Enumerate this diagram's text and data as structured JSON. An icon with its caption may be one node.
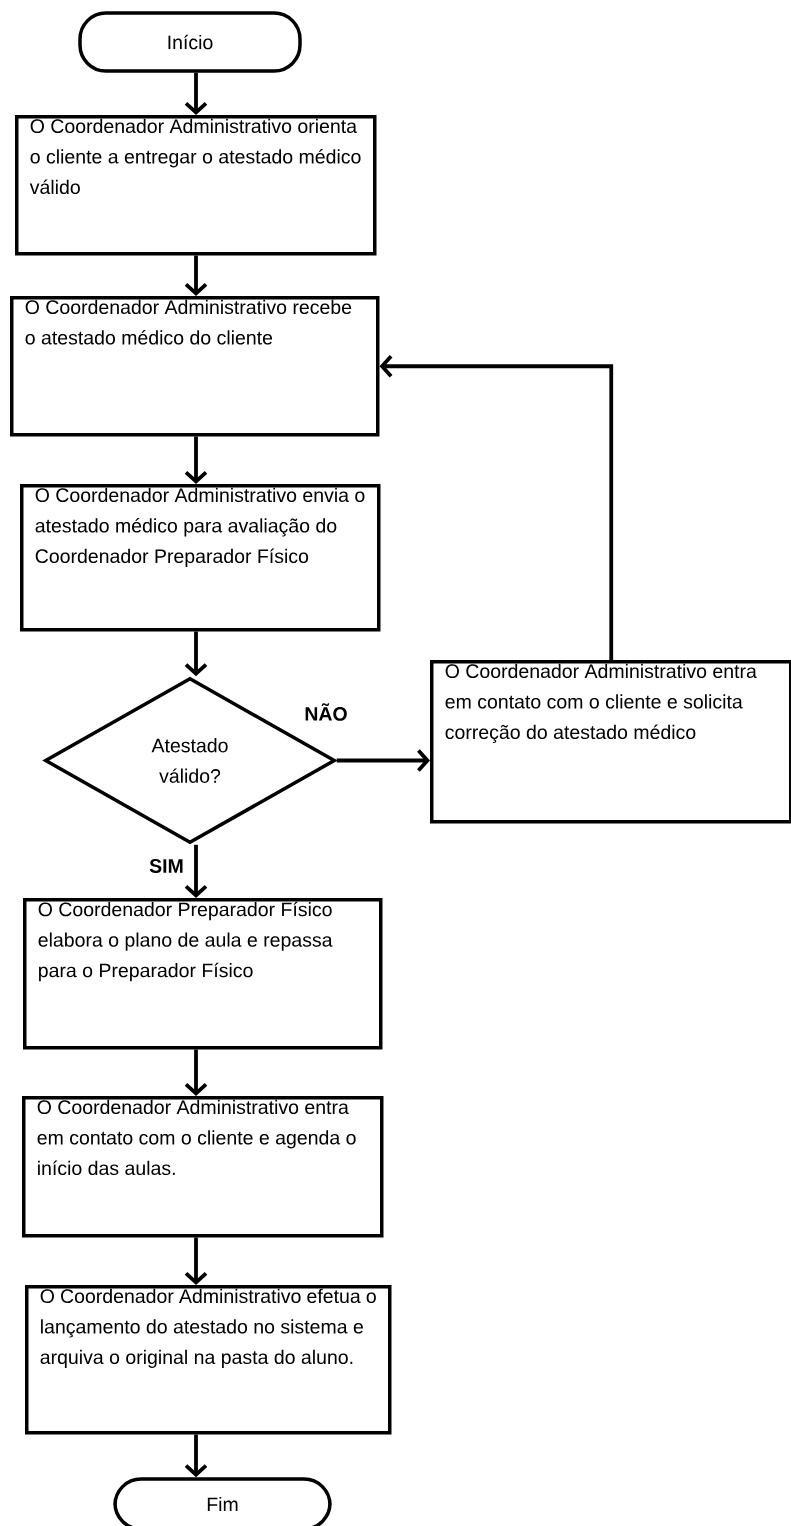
{
  "diagram": {
    "nodes": [
      {
        "text": [
          "Início"
        ]
      },
      {
        "text": [
          "O Coordenador Administrativo orienta o cliente a entregar o atestado médico válido"
        ]
      },
      {
        "text": [
          "O Coordenador Administrativo recebe o atestado médico do cliente"
        ]
      },
      {
        "text": [
          "O Coordenador Administrativo envia o atestado médico para avaliação do Coordenador Preparador Físico"
        ]
      },
      {
        "text": [
          "Atestado válido?"
        ]
      },
      {
        "text": [
          "O Coordenador Administrativo entra em contato com o cliente e solicita correção do atestado médico"
        ]
      },
      {
        "text": [
          "O Coordenador Preparador Físico elabora o plano de aula e repassa para o Preparador Físico"
        ]
      },
      {
        "text": [
          "O Coordenador Administrativo entra em contato com o cliente e agenda o início das aulas."
        ]
      },
      {
        "text": [
          "O Coordenador Administrativo efetua o lançamento do atestado no sistema e arquiva o original na pasta do aluno."
        ]
      },
      {
        "text": [
          "Fim"
        ]
      }
    ],
    "edges": [
      {
        "from": 0,
        "to": 1,
        "arrow": "to"
      },
      {
        "from": 1,
        "to": 2,
        "arrow": "to"
      },
      {
        "from": 2,
        "to": 3,
        "arrow": "to"
      },
      {
        "from": 3,
        "to": 4,
        "arrow": "to"
      },
      {
        "from": 4,
        "to": 5,
        "arrow": "to",
        "label": "NÃO"
      },
      {
        "from": 5,
        "to": 2,
        "arrow": "to"
      },
      {
        "from": 4,
        "to": 6,
        "arrow": "to",
        "label": "SIM"
      },
      {
        "from": 6,
        "to": 7,
        "arrow": "to"
      },
      {
        "from": 7,
        "to": 8,
        "arrow": "to"
      },
      {
        "from": 8,
        "to": 9,
        "arrow": "to"
      }
    ]
  }
}
